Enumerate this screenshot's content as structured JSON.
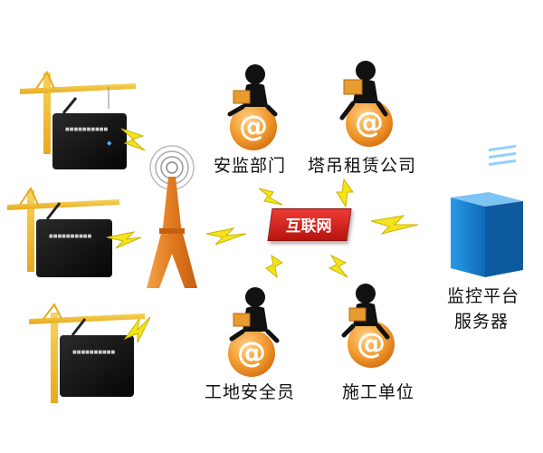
{
  "labels": {
    "hub": "互联网",
    "dept_safety": "安监部门",
    "tower_rental": "塔吊租赁公司",
    "site_safety": "工地安全员",
    "construction_unit": "施工单位",
    "server_line1": "监控平台",
    "server_line2": "服务器"
  },
  "colors": {
    "hub_red": "#d9221c",
    "lightning_yellow": "#f4e31b",
    "crane_yellow": "#f4c230",
    "tower_orange": "#e88a2a",
    "server_blue": "#1c86d8",
    "device_black": "#151515"
  },
  "icons": [
    "crane-icon",
    "monitor-device-icon",
    "radio-tower-icon",
    "lightning-icon",
    "person-with-laptop-icon",
    "at-sign-icon",
    "server-icon"
  ]
}
